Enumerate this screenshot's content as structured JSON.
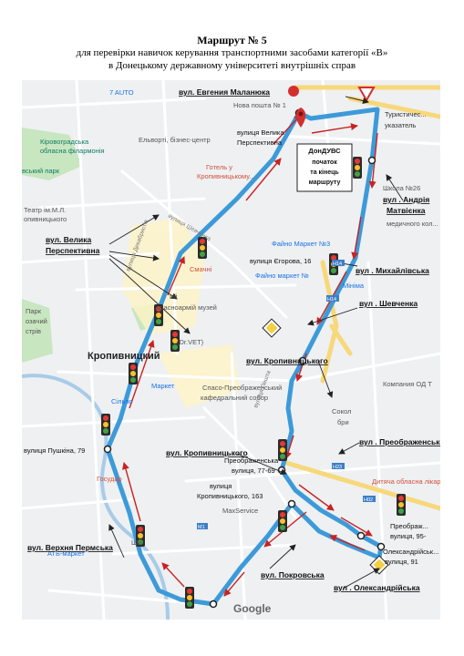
{
  "header": {
    "title": "Маршрут № 5",
    "subtitle_line1": "для перевірки навичок керування транспортними засобами категорії «В»",
    "subtitle_line2": "в Донецькому державному університеті внутрішніх справ"
  },
  "start_box": [
    "ДонДУВС",
    "початок",
    "та кінець",
    "маршруту"
  ],
  "route_streets": [
    {
      "id": "malanyuka",
      "text": "вул. Евгения Маланюка"
    },
    {
      "id": "matvienka1",
      "text": "вул . Андрія"
    },
    {
      "id": "matvienka2",
      "text": "Матвієнка"
    },
    {
      "id": "mykhailivska",
      "text": "вул . Михайлівська"
    },
    {
      "id": "shevchenka",
      "text": "вул . Шевченка"
    },
    {
      "id": "kropyv1",
      "text": "вул. Кропивницького"
    },
    {
      "id": "preobr",
      "text": "вул . Преображенська"
    },
    {
      "id": "kropyv2",
      "text": "вул. Кропивницького"
    },
    {
      "id": "velyka1",
      "text": "вул. Велика"
    },
    {
      "id": "velyka2",
      "text": "Перспективна"
    },
    {
      "id": "verkhnia",
      "text": "вул. Верхня Пермська"
    },
    {
      "id": "pokrovska",
      "text": "вул. Покровська"
    },
    {
      "id": "oleks",
      "text": "вул . Олександрійська"
    }
  ],
  "stops": [
    {
      "id": "s_velyka",
      "lines": [
        "вулиця Велика",
        "Перспективна"
      ]
    },
    {
      "id": "s_yegorova",
      "lines": [
        "вулиця Єгорова, 16"
      ]
    },
    {
      "id": "s_pushkina",
      "lines": [
        "вулиця Пушкіна, 79"
      ]
    },
    {
      "id": "s_preobr77",
      "lines": [
        "Преображенська",
        "вулиця, 77-69"
      ]
    },
    {
      "id": "s_kropyv163",
      "lines": [
        "вулиця",
        "Кропивницького, 163"
      ]
    },
    {
      "id": "s_preobr95",
      "lines": [
        "Преображ...",
        "вулиця, 95-"
      ]
    },
    {
      "id": "s_oleks91",
      "lines": [
        "Олександрійськ...",
        "вулиця, 91"
      ]
    }
  ],
  "map_labels": {
    "auto7": "7 AUTO",
    "nova_poshta": "Нова пошта № 1",
    "turyst1": "Туристичес...",
    "turyst2": "указатель",
    "elvorti": "Ельворті, бізнес-центр",
    "filarm1": "Кіровоградська",
    "filarm2": "обласна філармонія",
    "park": "вський парк",
    "hotel1": "Готель у",
    "hotel2": "Кропивницькому...",
    "teatr1": "Театр ім.М.Л.",
    "teatr2": "опивницького",
    "school1": "Школа №26",
    "school2": "медичного кол...",
    "fayno1": "Файно Маркет №3",
    "fayno2": "Файно маркет №",
    "minima": "Мініма",
    "smachni": "Смачні",
    "muzei1": "ий",
    "muzei2": "красноармій музей",
    "park_kr1": "Парк",
    "park_kr2": "озачий",
    "park_kr3": "стрів",
    "dr_vet": "(Dr.VET)",
    "city": "Кропивницкий",
    "market": "Маркет",
    "silpo": "Сільпо",
    "sobor1": "Спасо-Преображенський",
    "sobor2": "кафедральний собор",
    "komp": "Компания ОД Т",
    "sokol1": "Сокол",
    "sokol2": "бри",
    "derm": "Дитяча обласна лікар",
    "gosudar": "Государ",
    "maxservice": "MaxService",
    "atb": "АТБ-маркет",
    "shki": "Шкі",
    "google": "Google",
    "h23": "H23",
    "h14": "H14",
    "h02": "H02",
    "m1": "M1",
    "street_shev": "вулиця Шевченка",
    "street_dek": "вулиця Декабристів",
    "street_pesht": "вулиця Пешта"
  },
  "colors": {
    "route": "#3d9ad9",
    "route_dark": "#2a78c4",
    "arrow": "#c82322",
    "callout": "#5a2ea0",
    "stop_label": "#111111"
  }
}
